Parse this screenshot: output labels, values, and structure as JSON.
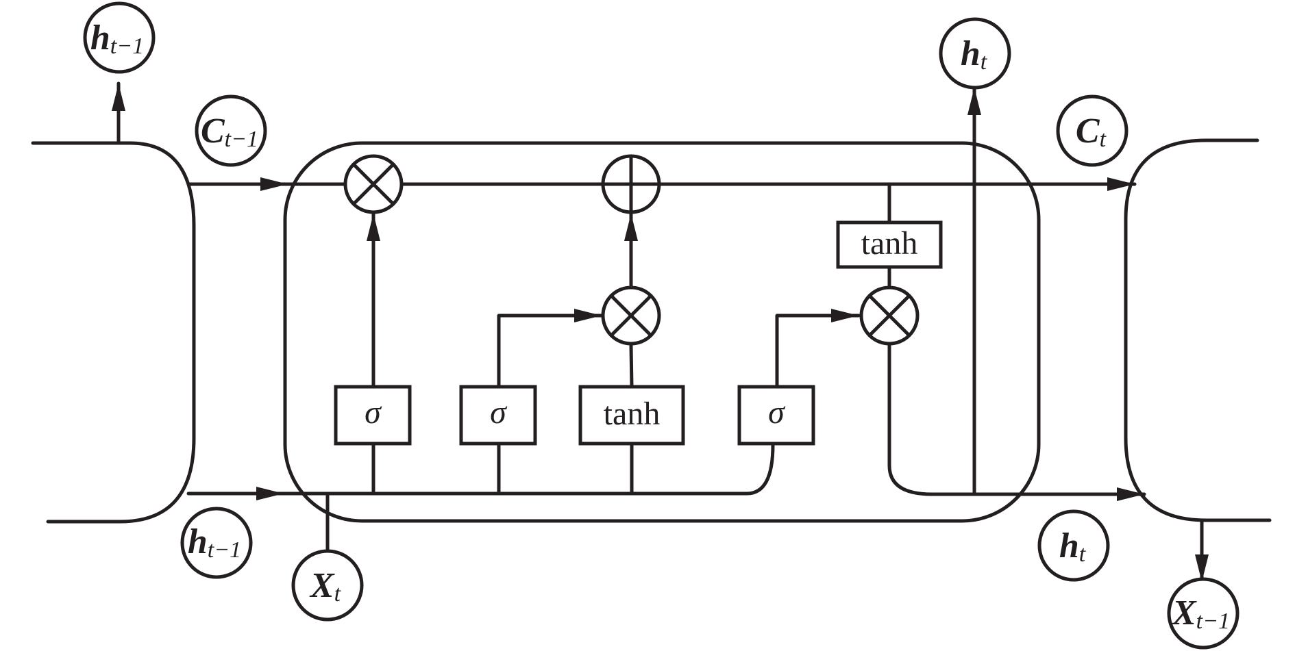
{
  "external_nodes": {
    "h_prev_top": {
      "base": "h",
      "sub": "t−1"
    },
    "c_prev": {
      "base": "C",
      "sub": "t−1"
    },
    "h_prev_bottom": {
      "base": "h",
      "sub": "t−1"
    },
    "x_t": {
      "base": "X",
      "sub": "t"
    },
    "h_t_top": {
      "base": "h",
      "sub": "t"
    },
    "c_t": {
      "base": "C",
      "sub": "t"
    },
    "h_t_bottom": {
      "base": "h",
      "sub": "t"
    },
    "x_prev": {
      "base": "X",
      "sub": "t−1"
    }
  },
  "gates": {
    "forget": "σ",
    "input": "σ",
    "candidate": "tanh",
    "output": "σ",
    "cell_tanh": "tanh"
  },
  "operators": {
    "forget_mult": "multiply-icon",
    "cell_add": "add-icon",
    "input_mult": "multiply-icon",
    "output_mult": "multiply-icon"
  },
  "colors": {
    "stroke": "#231f20",
    "background": "#ffffff"
  }
}
